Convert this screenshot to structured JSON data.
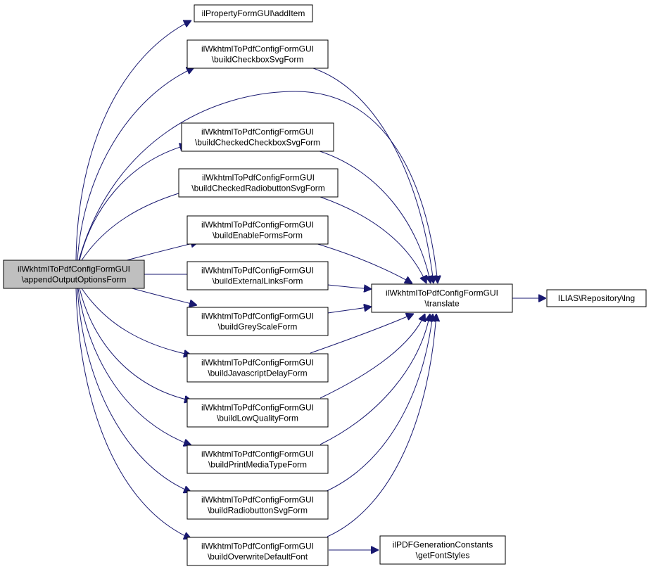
{
  "nodes": {
    "root": {
      "lines": [
        "ilWkhtmlToPdfConfigFormGUI",
        "\\appendOutputOptionsForm"
      ],
      "highlight": true
    },
    "addItem": {
      "lines": [
        "ilPropertyFormGUI\\addItem"
      ]
    },
    "checkbox": {
      "lines": [
        "ilWkhtmlToPdfConfigFormGUI",
        "\\buildCheckboxSvgForm"
      ]
    },
    "checkedCheckbox": {
      "lines": [
        "ilWkhtmlToPdfConfigFormGUI",
        "\\buildCheckedCheckboxSvgForm"
      ]
    },
    "checkedRadio": {
      "lines": [
        "ilWkhtmlToPdfConfigFormGUI",
        "\\buildCheckedRadiobuttonSvgForm"
      ]
    },
    "enableForms": {
      "lines": [
        "ilWkhtmlToPdfConfigFormGUI",
        "\\buildEnableFormsForm"
      ]
    },
    "externalLinks": {
      "lines": [
        "ilWkhtmlToPdfConfigFormGUI",
        "\\buildExternalLinksForm"
      ]
    },
    "greyScale": {
      "lines": [
        "ilWkhtmlToPdfConfigFormGUI",
        "\\buildGreyScaleForm"
      ]
    },
    "jsDelay": {
      "lines": [
        "ilWkhtmlToPdfConfigFormGUI",
        "\\buildJavascriptDelayForm"
      ]
    },
    "lowQuality": {
      "lines": [
        "ilWkhtmlToPdfConfigFormGUI",
        "\\buildLowQualityForm"
      ]
    },
    "printMedia": {
      "lines": [
        "ilWkhtmlToPdfConfigFormGUI",
        "\\buildPrintMediaTypeForm"
      ]
    },
    "radio": {
      "lines": [
        "ilWkhtmlToPdfConfigFormGUI",
        "\\buildRadiobuttonSvgForm"
      ]
    },
    "overwriteFont": {
      "lines": [
        "ilWkhtmlToPdfConfigFormGUI",
        "\\buildOverwriteDefaultFont"
      ]
    },
    "translate": {
      "lines": [
        "ilWkhtmlToPdfConfigFormGUI",
        "\\translate"
      ]
    },
    "lng": {
      "lines": [
        "ILIAS\\Repository\\lng"
      ]
    },
    "fontStyles": {
      "lines": [
        "ilPDFGenerationConstants",
        "\\getFontStyles"
      ]
    }
  },
  "edges": [
    [
      "root",
      "addItem"
    ],
    [
      "root",
      "checkbox"
    ],
    [
      "root",
      "translate"
    ],
    [
      "root",
      "checkedCheckbox"
    ],
    [
      "root",
      "checkedRadio"
    ],
    [
      "root",
      "enableForms"
    ],
    [
      "root",
      "externalLinks"
    ],
    [
      "root",
      "greyScale"
    ],
    [
      "root",
      "jsDelay"
    ],
    [
      "root",
      "lowQuality"
    ],
    [
      "root",
      "printMedia"
    ],
    [
      "root",
      "radio"
    ],
    [
      "root",
      "overwriteFont"
    ],
    [
      "checkbox",
      "translate"
    ],
    [
      "checkedCheckbox",
      "translate"
    ],
    [
      "checkedRadio",
      "translate"
    ],
    [
      "enableForms",
      "translate"
    ],
    [
      "externalLinks",
      "translate"
    ],
    [
      "greyScale",
      "translate"
    ],
    [
      "jsDelay",
      "translate"
    ],
    [
      "lowQuality",
      "translate"
    ],
    [
      "printMedia",
      "translate"
    ],
    [
      "radio",
      "translate"
    ],
    [
      "overwriteFont",
      "translate"
    ],
    [
      "translate",
      "lng"
    ],
    [
      "overwriteFont",
      "fontStyles"
    ]
  ],
  "colors": {
    "edge": "#191970",
    "node_border": "#000000",
    "node_fill": "#ffffff",
    "root_fill": "#bfbfbf"
  }
}
